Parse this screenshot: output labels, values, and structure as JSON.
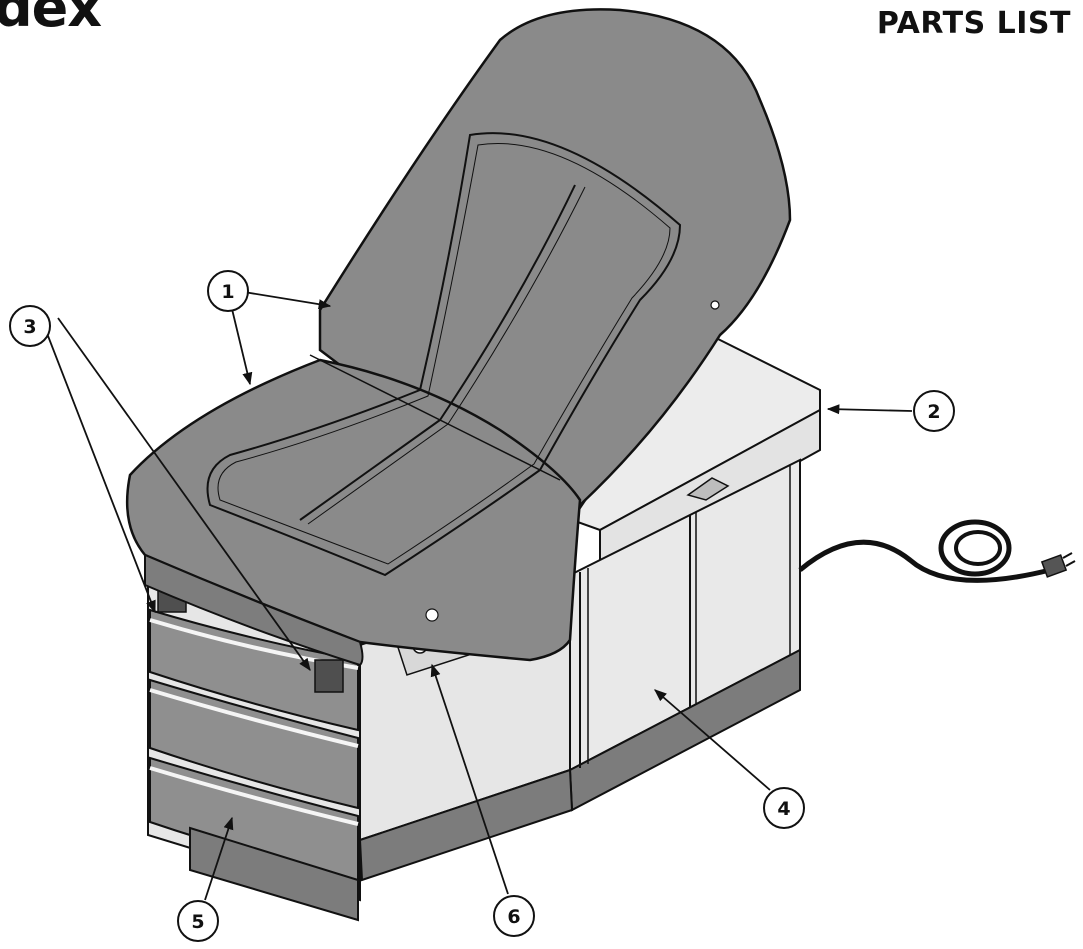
{
  "header": {
    "brand_fragment": "dex",
    "title": "PARTS LIST"
  },
  "callouts": [
    {
      "id": "1",
      "label": "1"
    },
    {
      "id": "2",
      "label": "2"
    },
    {
      "id": "3",
      "label": "3"
    },
    {
      "id": "4",
      "label": "4"
    },
    {
      "id": "5",
      "label": "5"
    },
    {
      "id": "6",
      "label": "6"
    }
  ],
  "colors": {
    "upholstery": "#8a8a8a",
    "panel": "#e6e6e6",
    "panel_light": "#ededed",
    "drawer_front": "#8f8f8f",
    "base": "#7c7c7c",
    "outline": "#111111"
  }
}
